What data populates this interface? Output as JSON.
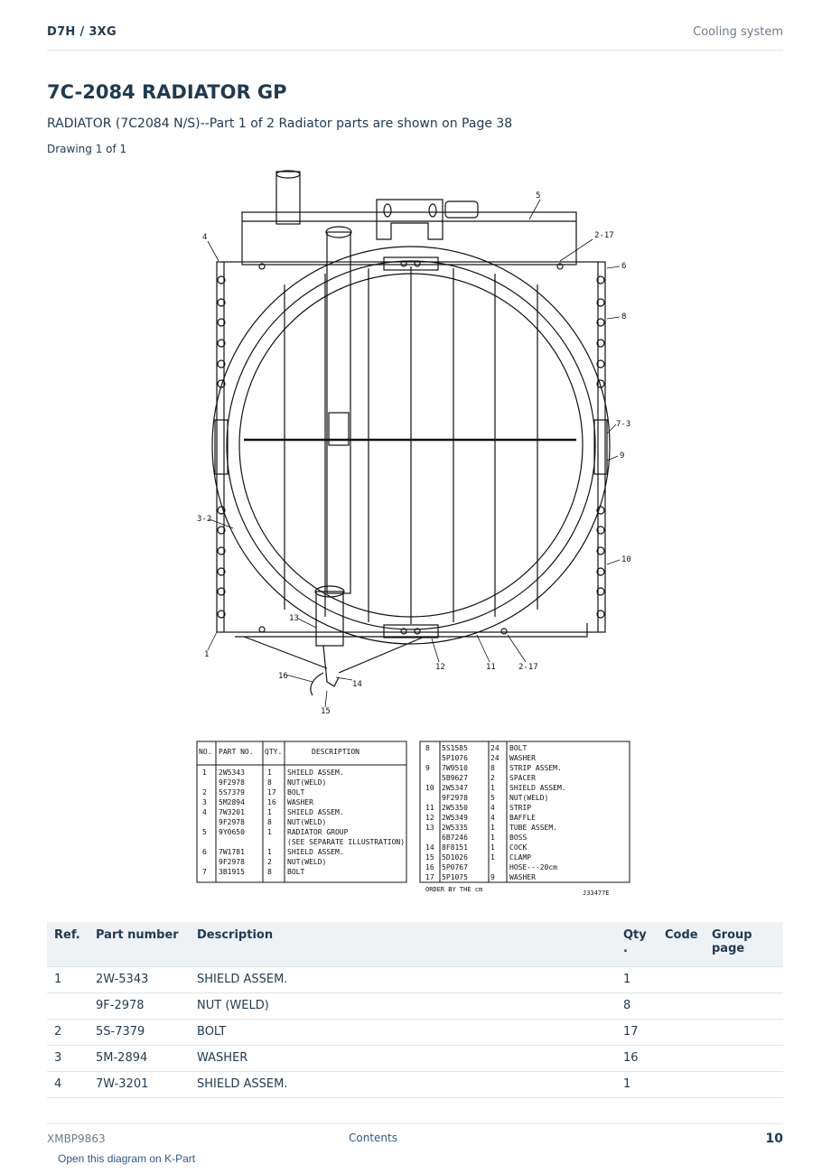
{
  "header": {
    "model": "D7H  /  3XG",
    "section": "Cooling system"
  },
  "title": "7C-2084 RADIATOR GP",
  "subtitle": "RADIATOR (7C2084 N/S)--Part 1 of 2 Radiator parts are shown on Page 38",
  "drawing_label": "Drawing 1 of 1",
  "callouts": [
    "5",
    "2-17",
    "4",
    "6",
    "8",
    "7-3",
    "9",
    "3-2",
    "10",
    "13",
    "1",
    "12",
    "11",
    "2-17",
    "16",
    "14",
    "15"
  ],
  "legend": {
    "left_headers": [
      "NO.",
      "PART NO.",
      "QTY.",
      "DESCRIPTION"
    ],
    "left_rows": [
      [
        "1",
        "2W5343",
        "1",
        "SHIELD ASSEM."
      ],
      [
        "",
        "9F2978",
        "8",
        "NUT(WELD)"
      ],
      [
        "2",
        "5S7379",
        "17",
        "BOLT"
      ],
      [
        "3",
        "5M2894",
        "16",
        "WASHER"
      ],
      [
        "4",
        "7W3201",
        "1",
        "SHIELD ASSEM."
      ],
      [
        "",
        "9F2978",
        "8",
        "NUT(WELD)"
      ],
      [
        "5",
        "9Y0650",
        "1",
        "RADIATOR GROUP"
      ],
      [
        "",
        "",
        "",
        "(SEE SEPARATE ILLUSTRATION)"
      ],
      [
        "6",
        "7W1781",
        "1",
        "SHIELD ASSEM."
      ],
      [
        "",
        "9F2978",
        "2",
        "NUT(WELD)"
      ],
      [
        "7",
        "3B1915",
        "8",
        "BOLT"
      ]
    ],
    "right_rows": [
      [
        "8",
        "5S1585",
        "24",
        "BOLT"
      ],
      [
        "",
        "5P1076",
        "24",
        "WASHER"
      ],
      [
        "9",
        "7W9510",
        "8",
        "STRIP ASSEM."
      ],
      [
        "",
        "5B9627",
        "2",
        "SPACER"
      ],
      [
        "10",
        "2W5347",
        "1",
        "SHIELD ASSEM."
      ],
      [
        "",
        "9F2978",
        "5",
        "NUT(WELD)"
      ],
      [
        "11",
        "2W5350",
        "4",
        "STRIP"
      ],
      [
        "12",
        "2W5349",
        "4",
        "BAFFLE"
      ],
      [
        "13",
        "2W5335",
        "1",
        "TUBE ASSEM."
      ],
      [
        "",
        "6B7246",
        "1",
        "BOSS"
      ],
      [
        "14",
        "8F8151",
        "1",
        "COCK"
      ],
      [
        "15",
        "5D1026",
        "1",
        "CLAMP"
      ],
      [
        "16",
        "5P0767",
        "",
        "HOSE---20cm"
      ],
      [
        "17",
        "5P1075",
        "9",
        "WASHER"
      ]
    ],
    "note": "ORDER BY THE cm",
    "drawing_no": "J33477E"
  },
  "table": {
    "headers": [
      "Ref.",
      "Part number",
      "Description",
      "Qty\n.",
      "Code",
      "Group page"
    ],
    "rows": [
      {
        "ref": "1",
        "part": "2W-5343",
        "desc": "SHIELD ASSEM.",
        "qty": "1",
        "code": "",
        "group": ""
      },
      {
        "ref": "",
        "part": "9F-2978",
        "desc": "NUT (WELD)",
        "qty": "8",
        "code": "",
        "group": ""
      },
      {
        "ref": "2",
        "part": "5S-7379",
        "desc": "BOLT",
        "qty": "17",
        "code": "",
        "group": ""
      },
      {
        "ref": "3",
        "part": "5M-2894",
        "desc": "WASHER",
        "qty": "16",
        "code": "",
        "group": ""
      },
      {
        "ref": "4",
        "part": "7W-3201",
        "desc": "SHIELD ASSEM.",
        "qty": "1",
        "code": "",
        "group": ""
      }
    ]
  },
  "footer": {
    "doc_id": "XMBP9863",
    "contents": "Contents",
    "page": "10"
  },
  "kpart_link": "Open this diagram on K-Part"
}
